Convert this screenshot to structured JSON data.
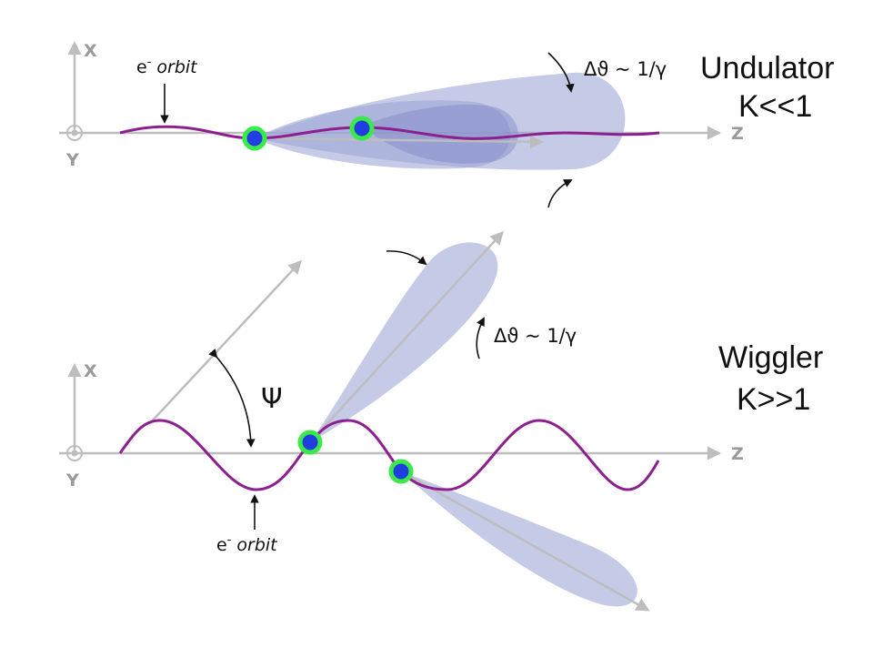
{
  "undulator": {
    "title": "Undulator",
    "condition": "K<<1",
    "orbit_label_base": "e",
    "orbit_label_sup": "-",
    "orbit_label_word": "orbit",
    "angle_label": "Δϑ ~ 1/γ",
    "axis_x": "X",
    "axis_y": "Y",
    "axis_z": "Z"
  },
  "wiggler": {
    "title": "Wiggler",
    "condition": "K>>1",
    "orbit_label_base": "e",
    "orbit_label_sup": "-",
    "orbit_label_word": "orbit",
    "angle_label": "Δϑ ~ 1/γ",
    "psi_label": "Ψ",
    "axis_x": "X",
    "axis_y": "Y",
    "axis_z": "Z"
  },
  "colors": {
    "orbit": "#8d1f8f",
    "lobe": "#9fa6d6",
    "electron_fill": "#1f3ee0",
    "electron_ring": "#3ce94a",
    "axis": "#bdbdbd"
  }
}
